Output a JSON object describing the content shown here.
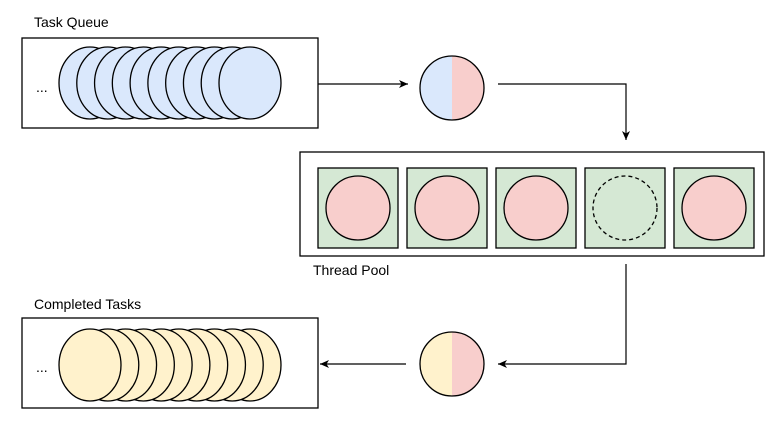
{
  "labels": {
    "task_queue": "Task Queue",
    "thread_pool": "Thread Pool",
    "completed_tasks": "Completed Tasks",
    "queue_ellipsis": "...",
    "completed_ellipsis": "..."
  },
  "queue": {
    "visible_task_count": 10
  },
  "completed": {
    "visible_task_count": 10
  },
  "thread_pool": {
    "slots": [
      {
        "state": "busy"
      },
      {
        "state": "busy"
      },
      {
        "state": "busy"
      },
      {
        "state": "idle"
      },
      {
        "state": "busy"
      }
    ]
  },
  "colors": {
    "queued_task_fill": "#dae8fc",
    "running_task_fill": "#f8cecc",
    "completed_task_fill": "#fff2cc",
    "worker_slot_fill": "#d5e8d4",
    "stroke": "#000000"
  }
}
